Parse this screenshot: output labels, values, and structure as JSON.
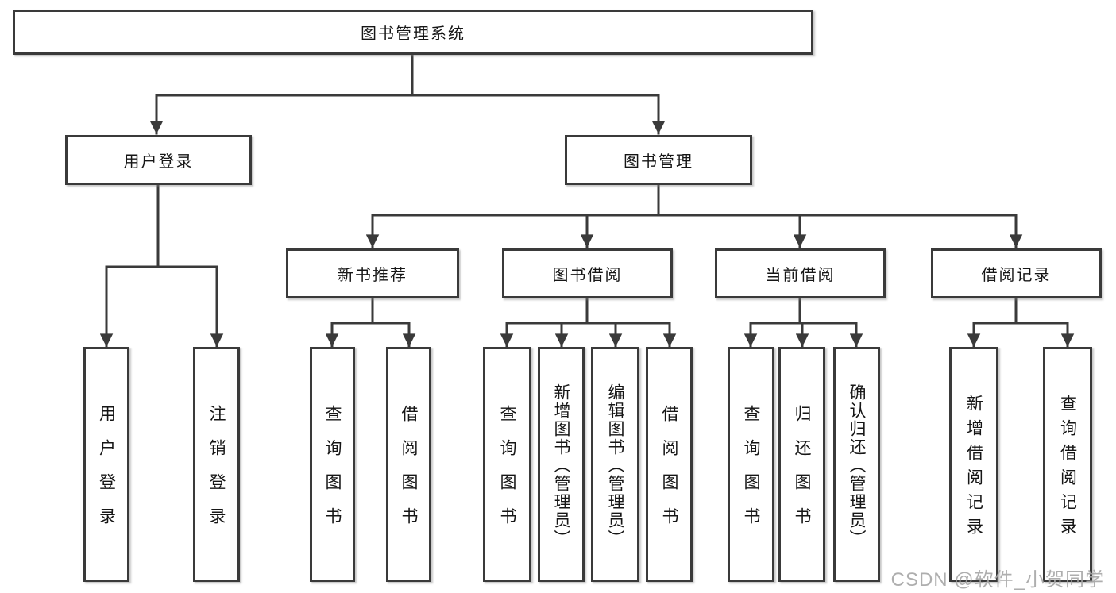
{
  "diagram": {
    "root": {
      "label": "图书管理系统"
    },
    "level2": [
      {
        "label": "用户登录"
      },
      {
        "label": "图书管理"
      }
    ],
    "level3": [
      {
        "label": "新书推荐"
      },
      {
        "label": "图书借阅"
      },
      {
        "label": "当前借阅"
      },
      {
        "label": "借阅记录"
      }
    ],
    "leaves": {
      "user_login": [
        {
          "label": "用户登录"
        },
        {
          "label": "注销登录"
        }
      ],
      "new_book_recommend": [
        {
          "label": "查询图书"
        },
        {
          "label": "借阅图书"
        }
      ],
      "book_borrow": [
        {
          "label": "查询图书"
        },
        {
          "label": "新增图书（管理员）"
        },
        {
          "label": "编辑图书（管理员）"
        },
        {
          "label": "借阅图书"
        }
      ],
      "current_borrow": [
        {
          "label": "查询图书"
        },
        {
          "label": "归还图书"
        },
        {
          "label": "确认归还（管理员）"
        }
      ],
      "borrow_records": [
        {
          "label": "新增借阅记录"
        },
        {
          "label": "查询借阅记录"
        }
      ]
    }
  },
  "watermark": {
    "text": "CSDN @软件_小贺同学"
  },
  "colors": {
    "line": "#3a3a3a",
    "text": "#161616",
    "watermark": "#a5a5a5",
    "background": "#ffffff"
  }
}
